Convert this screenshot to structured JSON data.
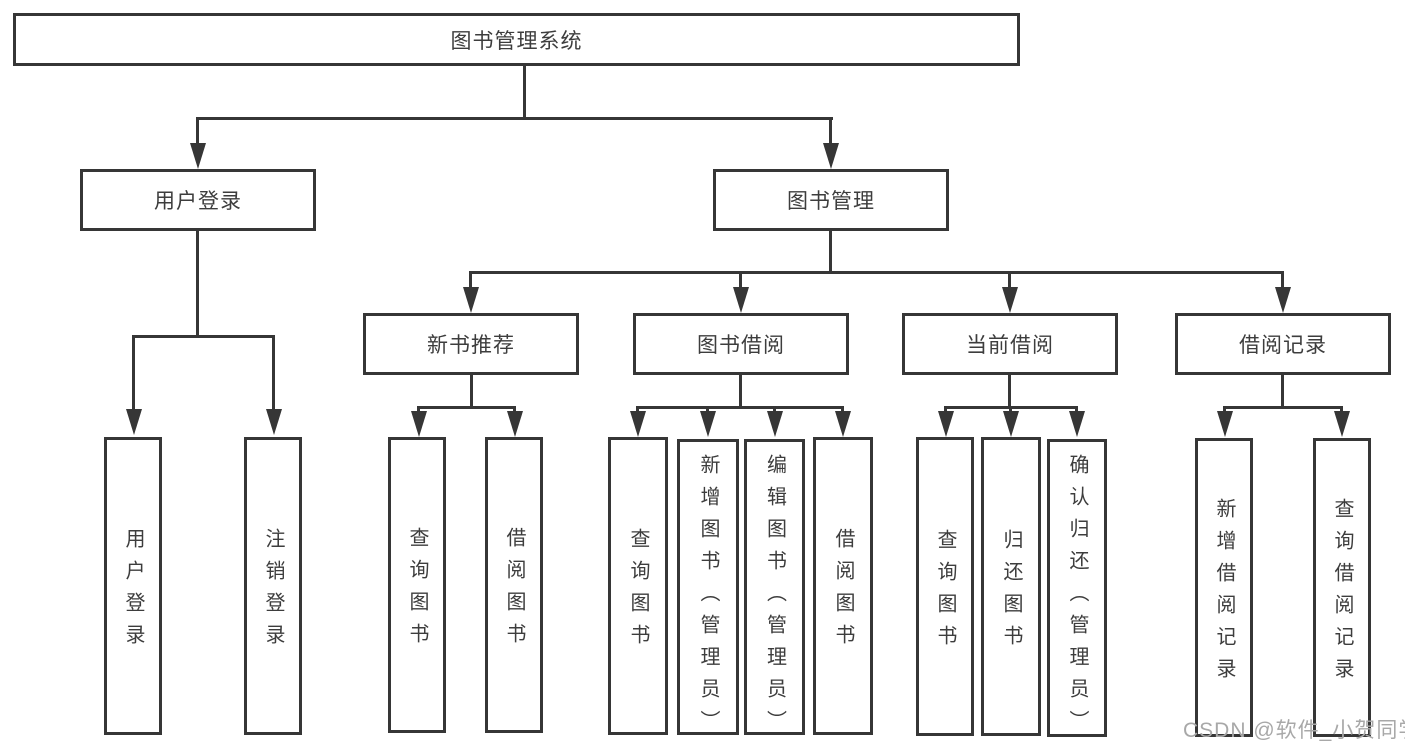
{
  "diagram_title": "图书管理系统",
  "nodes": {
    "root": "图书管理系统",
    "user_login": "用户登录",
    "book_management": "图书管理",
    "leaf_user_login": "用户登录",
    "leaf_logout_login": "注销登录",
    "new_book_recommend": "新书推荐",
    "book_borrow": "图书借阅",
    "current_borrow": "当前借阅",
    "borrow_record": "借阅记录",
    "nbr_query_book": "查询图书",
    "nbr_borrow_book": "借阅图书",
    "bb_query_book": "查询图书",
    "bb_add_book_admin": "新增图书（管理员）",
    "bb_edit_book_admin": "编辑图书（管理员）",
    "bb_borrow_book": "借阅图书",
    "cb_query_book": "查询图书",
    "cb_return_book": "归还图书",
    "cb_confirm_return_admin": "确认归还（管理员）",
    "br_add_record": "新增借阅记录",
    "br_query_record": "查询借阅记录"
  },
  "watermark": "CSDN @软件_小贺同学",
  "colors": {
    "line": "#363636",
    "text": "#3d3d3d",
    "watermark": "#a8a8a8",
    "background": "#ffffff"
  }
}
